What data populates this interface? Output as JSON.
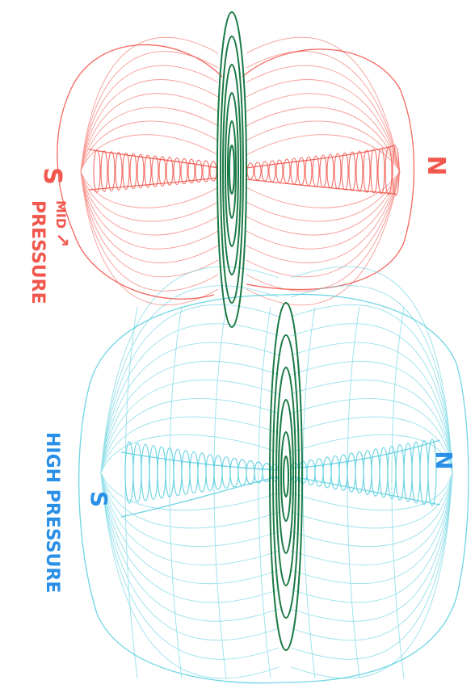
{
  "mid_field": {
    "pole_south": "S",
    "pole_north": "N",
    "pressure_word1": "MID",
    "pressure_word2": "PRESSURE",
    "arrow_glyph": "↗",
    "color": "#f2574e"
  },
  "high_field": {
    "pole_south": "S",
    "pole_north": "N",
    "pressure_label": "HIGH PRESSURE",
    "color": "#5fd0e0",
    "label_color": "#2a8fe6"
  },
  "disc_color": "#1b7a45"
}
